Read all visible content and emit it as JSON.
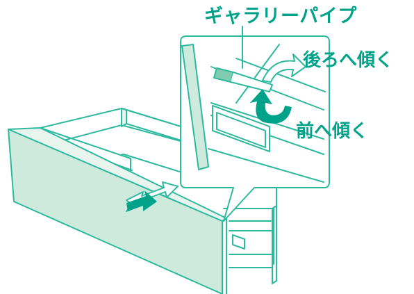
{
  "labels": {
    "gallery_pipe": "ギャラリーパイプ",
    "tilt_back": "後ろへ傾く",
    "tilt_forward": "前へ傾く"
  },
  "colors": {
    "accent": "#00a389",
    "line": "#2db99e",
    "panel_fill": "#cdeadd",
    "light_fill": "#e8f5ef",
    "pipe_green": "#7fcdae",
    "arrow_dark": "#00a389"
  }
}
